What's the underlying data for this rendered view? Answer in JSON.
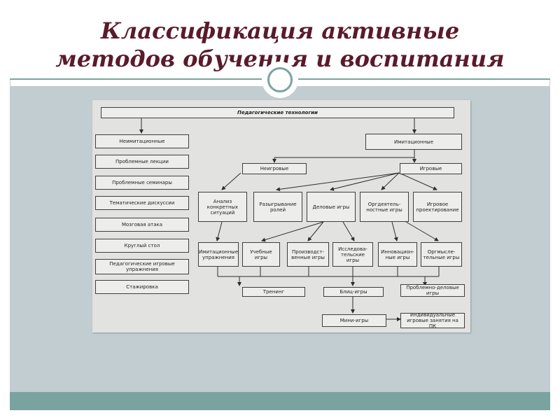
{
  "title": {
    "line1": "Классификация активные",
    "line2": "методов обучения и воспитания"
  },
  "colors": {
    "title": "#5a1b2b",
    "accent": "#7aa3a0",
    "content_bg": "#c2cdd1"
  },
  "diagram": {
    "root": "Педагогические технологии",
    "non_imitation": {
      "label": "Неимитационные",
      "items": [
        "Проблемные лекции",
        "Проблемные семинары",
        "Тематические дискуссии",
        "Мозговая атака",
        "Круглый стол",
        "Педагогические игровые\nупражнения",
        "Стажировка"
      ]
    },
    "imitation": "Имитационные",
    "non_game": "Неигровые",
    "game": "Игровые",
    "analysis": "Анализ\nконкретных\nситуаций",
    "role_play": "Разыгрывание\nролей",
    "business_games": "Деловые игры",
    "organizational_games": "Оргдеятель-\nностные игры",
    "game_design": "Игровое\nпроектирование",
    "imitation_exercises": "Имитационные\nупражнения",
    "educational_games": "Учебные игры",
    "production_games": "Производст-\nвенные игры",
    "research_games": "Исследова-\nтельские игры",
    "innovation_games": "Инновацион-\nные игры",
    "orgmental_games": "Оргмысле-\nтельные игры",
    "training": "Тренинг",
    "blitz_games": "Блиц-игры",
    "problem_business_games": "Проблемно-деловые\nигры",
    "mini_games": "Мини-игры",
    "individual_pc": "Индивидуальные\nигровые занятия на ПК"
  }
}
